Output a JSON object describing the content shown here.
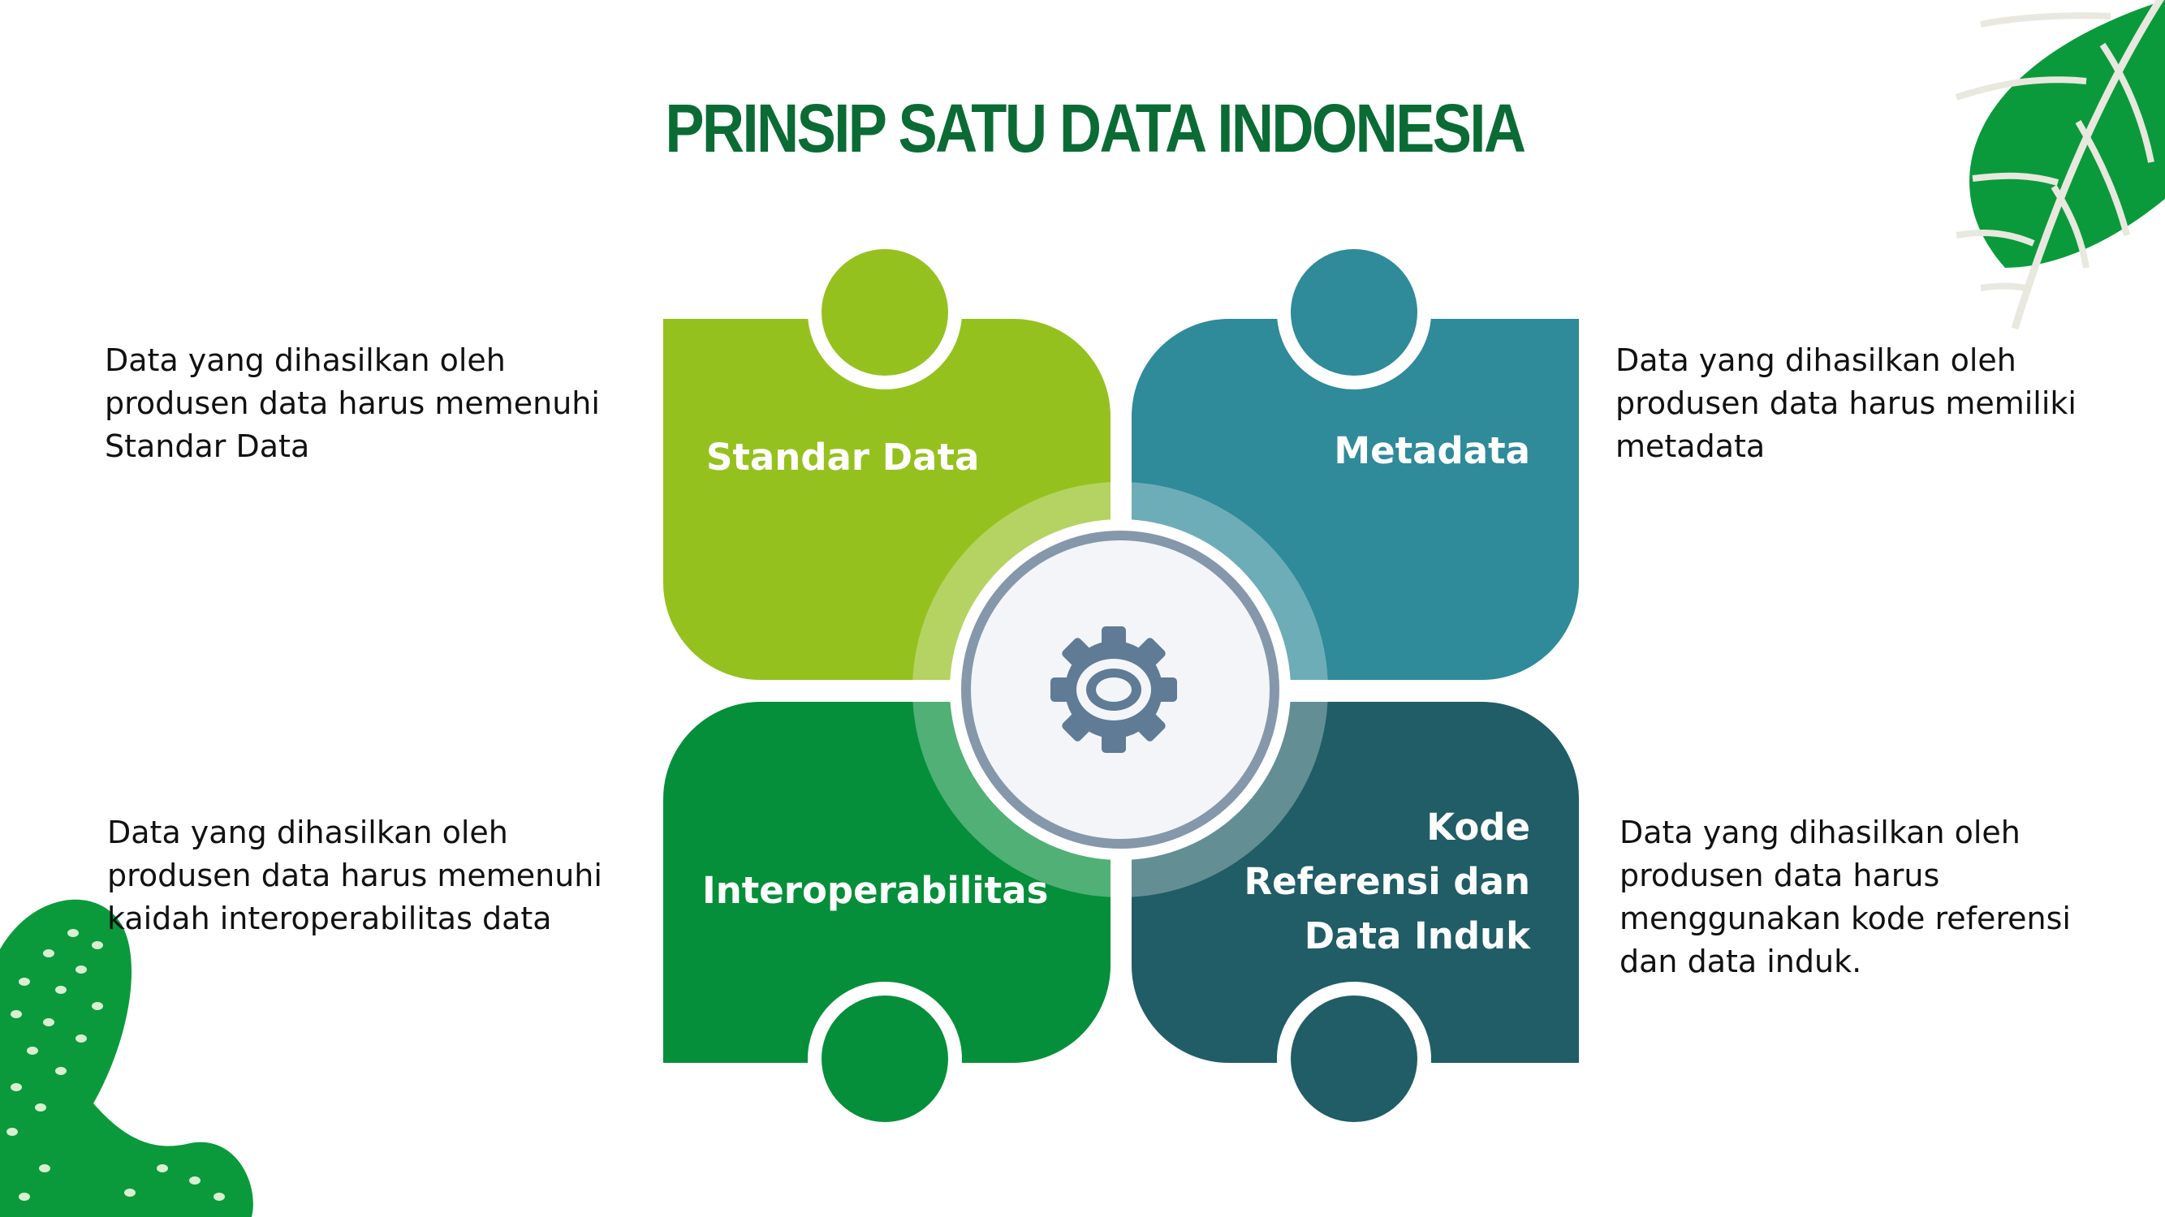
{
  "title": "PRINSIP SATU DATA INDONESIA",
  "colors": {
    "title": "#0b6b35",
    "standar_data": "#95c11f",
    "metadata": "#2f8a9a",
    "interoperabilitas": "#058f3a",
    "kode_referensi": "#205d66",
    "gear": "#5f7b96",
    "decor_green": "#0a9a3c"
  },
  "quadrants": [
    {
      "label": "Standar Data",
      "description": "Data yang dihasilkan oleh produsen data harus memenuhi Standar Data"
    },
    {
      "label": "Metadata",
      "description": "Data yang dihasilkan oleh produsen data harus memiliki metadata"
    },
    {
      "label": "Interoperabilitas",
      "description": "Data yang dihasilkan oleh produsen data harus memenuhi kaidah interoperabilitas data"
    },
    {
      "label_lines": [
        "Kode",
        "Referensi dan",
        "Data Induk"
      ],
      "description": "Data yang dihasilkan oleh produsen data harus menggunakan kode referensi dan data induk."
    }
  ],
  "icons": {
    "center": "gear-icon",
    "top_right_decor": "leaf-icon",
    "bottom_left_decor": "cactus-icon"
  }
}
